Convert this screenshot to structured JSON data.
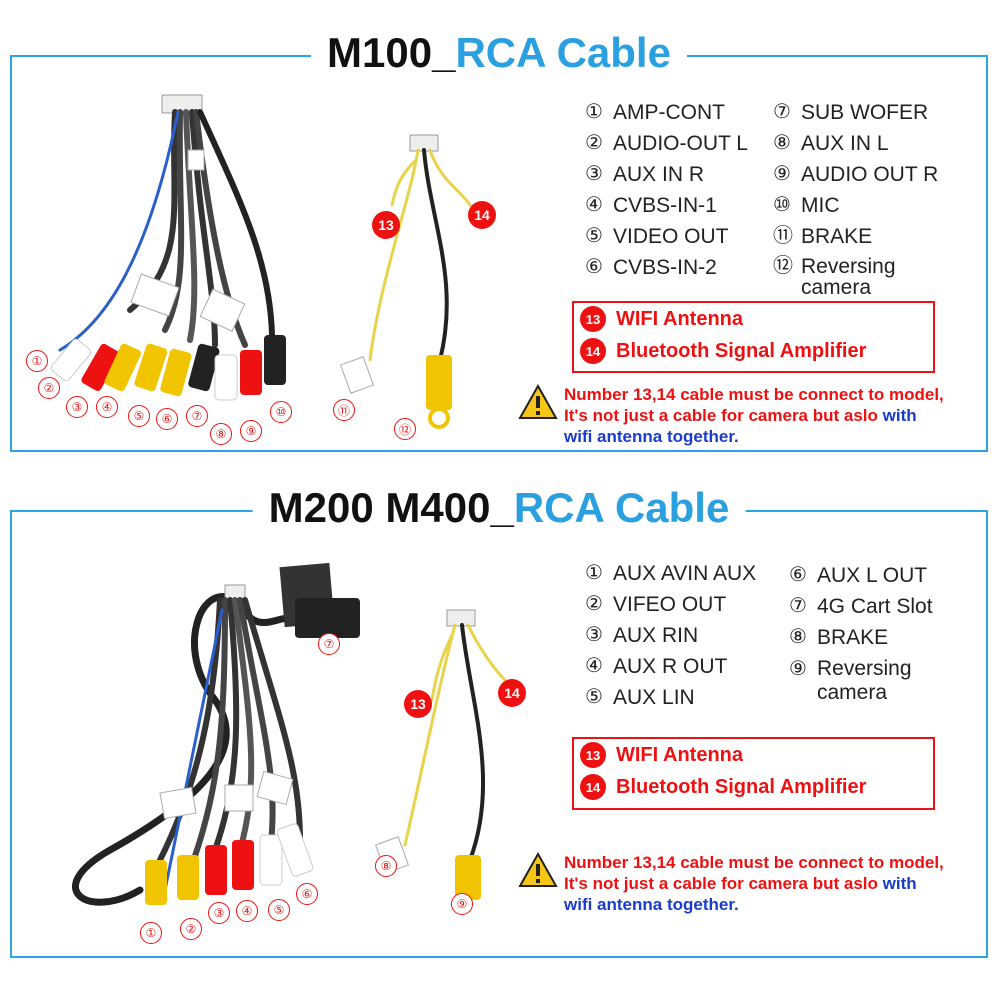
{
  "top": {
    "title_prefix": "M100_",
    "title_suffix": "RCA Cable",
    "legend_left": [
      {
        "num": "①",
        "label": "AMP-CONT"
      },
      {
        "num": "②",
        "label": "AUDIO-OUT L"
      },
      {
        "num": "③",
        "label": "AUX IN R"
      },
      {
        "num": "④",
        "label": "CVBS-IN-1"
      },
      {
        "num": "⑤",
        "label": "VIDEO OUT"
      },
      {
        "num": "⑥",
        "label": "CVBS-IN-2"
      }
    ],
    "legend_right": [
      {
        "num": "⑦",
        "label": "SUB WOFER"
      },
      {
        "num": "⑧",
        "label": "AUX IN L"
      },
      {
        "num": "⑨",
        "label": "AUDIO OUT R"
      },
      {
        "num": "⑩",
        "label": "MIC"
      },
      {
        "num": "⑪",
        "label": "BRAKE"
      },
      {
        "num": "⑫",
        "label": "Reversing camera"
      }
    ],
    "box_items": [
      {
        "num": "13",
        "label": "WIFI Antenna"
      },
      {
        "num": "14",
        "label": "Bluetooth Signal Amplifier"
      }
    ],
    "warning_red": "Number 13,14 cable must be connect to model, It's not just a cable for camera but aslo",
    "warning_blue": "with wifi antenna together.",
    "pins": [
      "①",
      "②",
      "③",
      "④",
      "⑤",
      "⑥",
      "⑦",
      "⑧",
      "⑨",
      "⑩",
      "⑪",
      "⑫"
    ],
    "badges": [
      "13",
      "14"
    ]
  },
  "bottom": {
    "title_prefix": "M200 M400_",
    "title_suffix": "RCA Cable",
    "legend_left": [
      {
        "num": "①",
        "label": "AUX AVIN AUX"
      },
      {
        "num": "②",
        "label": "VIFEO OUT"
      },
      {
        "num": "③",
        "label": "AUX RIN"
      },
      {
        "num": "④",
        "label": "AUX R OUT"
      },
      {
        "num": "⑤",
        "label": "AUX LIN"
      }
    ],
    "legend_right": [
      {
        "num": "⑥",
        "label": "AUX L OUT"
      },
      {
        "num": "⑦",
        "label": "4G Cart Slot"
      },
      {
        "num": "⑧",
        "label": "BRAKE"
      },
      {
        "num": "⑨",
        "label": "Reversing camera"
      }
    ],
    "box_items": [
      {
        "num": "13",
        "label": "WIFI Antenna"
      },
      {
        "num": "14",
        "label": "Bluetooth Signal Amplifier"
      }
    ],
    "warning_red": "Number 13,14 cable must be connect to model, It's not just a cable for camera but aslo",
    "warning_blue": "with wifi antenna together.",
    "pins": [
      "①",
      "②",
      "③",
      "④",
      "⑤",
      "⑥",
      "⑦",
      "⑧",
      "⑨"
    ],
    "badges": [
      "13",
      "14"
    ]
  },
  "colors": {
    "accent_blue": "#2aa0e0",
    "warning_red": "#e11111",
    "link_blue": "#1a3ccc"
  }
}
